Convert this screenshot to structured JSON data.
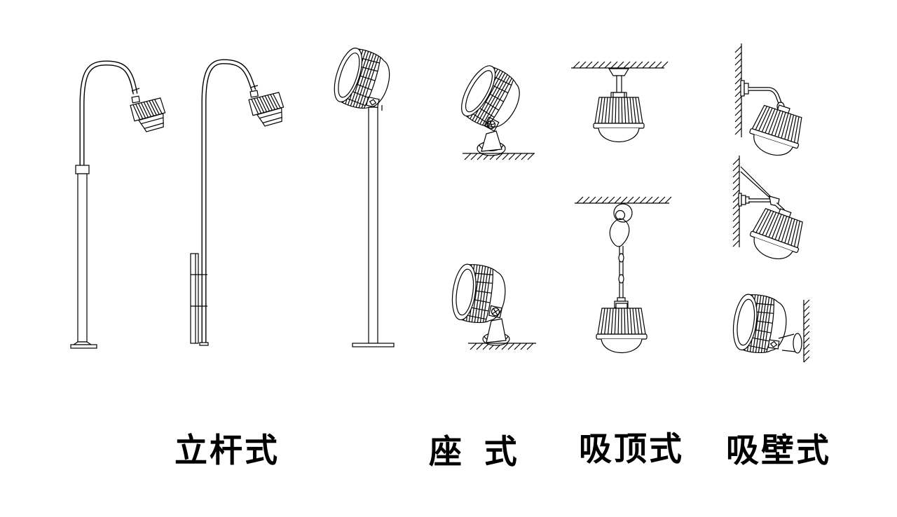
{
  "background": "#ffffff",
  "line_color": "#000000",
  "labels": {
    "pole": "立杆式",
    "base": "座 式",
    "ceiling": "吸顶式",
    "wall": "吸壁式"
  },
  "figures": [
    {
      "name": "gooseneck-pole-lamp-front",
      "group": "pole"
    },
    {
      "name": "gooseneck-pole-lamp-side",
      "group": "pole"
    },
    {
      "name": "straight-pole-spotlight",
      "group": "pole"
    },
    {
      "name": "pedestal-spotlight-tilted",
      "group": "base"
    },
    {
      "name": "pedestal-spotlight-low",
      "group": "base"
    },
    {
      "name": "ceiling-stem-drum-lamp",
      "group": "ceiling"
    },
    {
      "name": "ceiling-chain-pendant-lamp",
      "group": "ceiling"
    },
    {
      "name": "wall-arm-lamp",
      "group": "wall"
    },
    {
      "name": "wall-braced-arm-lamp",
      "group": "wall"
    },
    {
      "name": "wall-direct-spotlight",
      "group": "wall"
    }
  ]
}
